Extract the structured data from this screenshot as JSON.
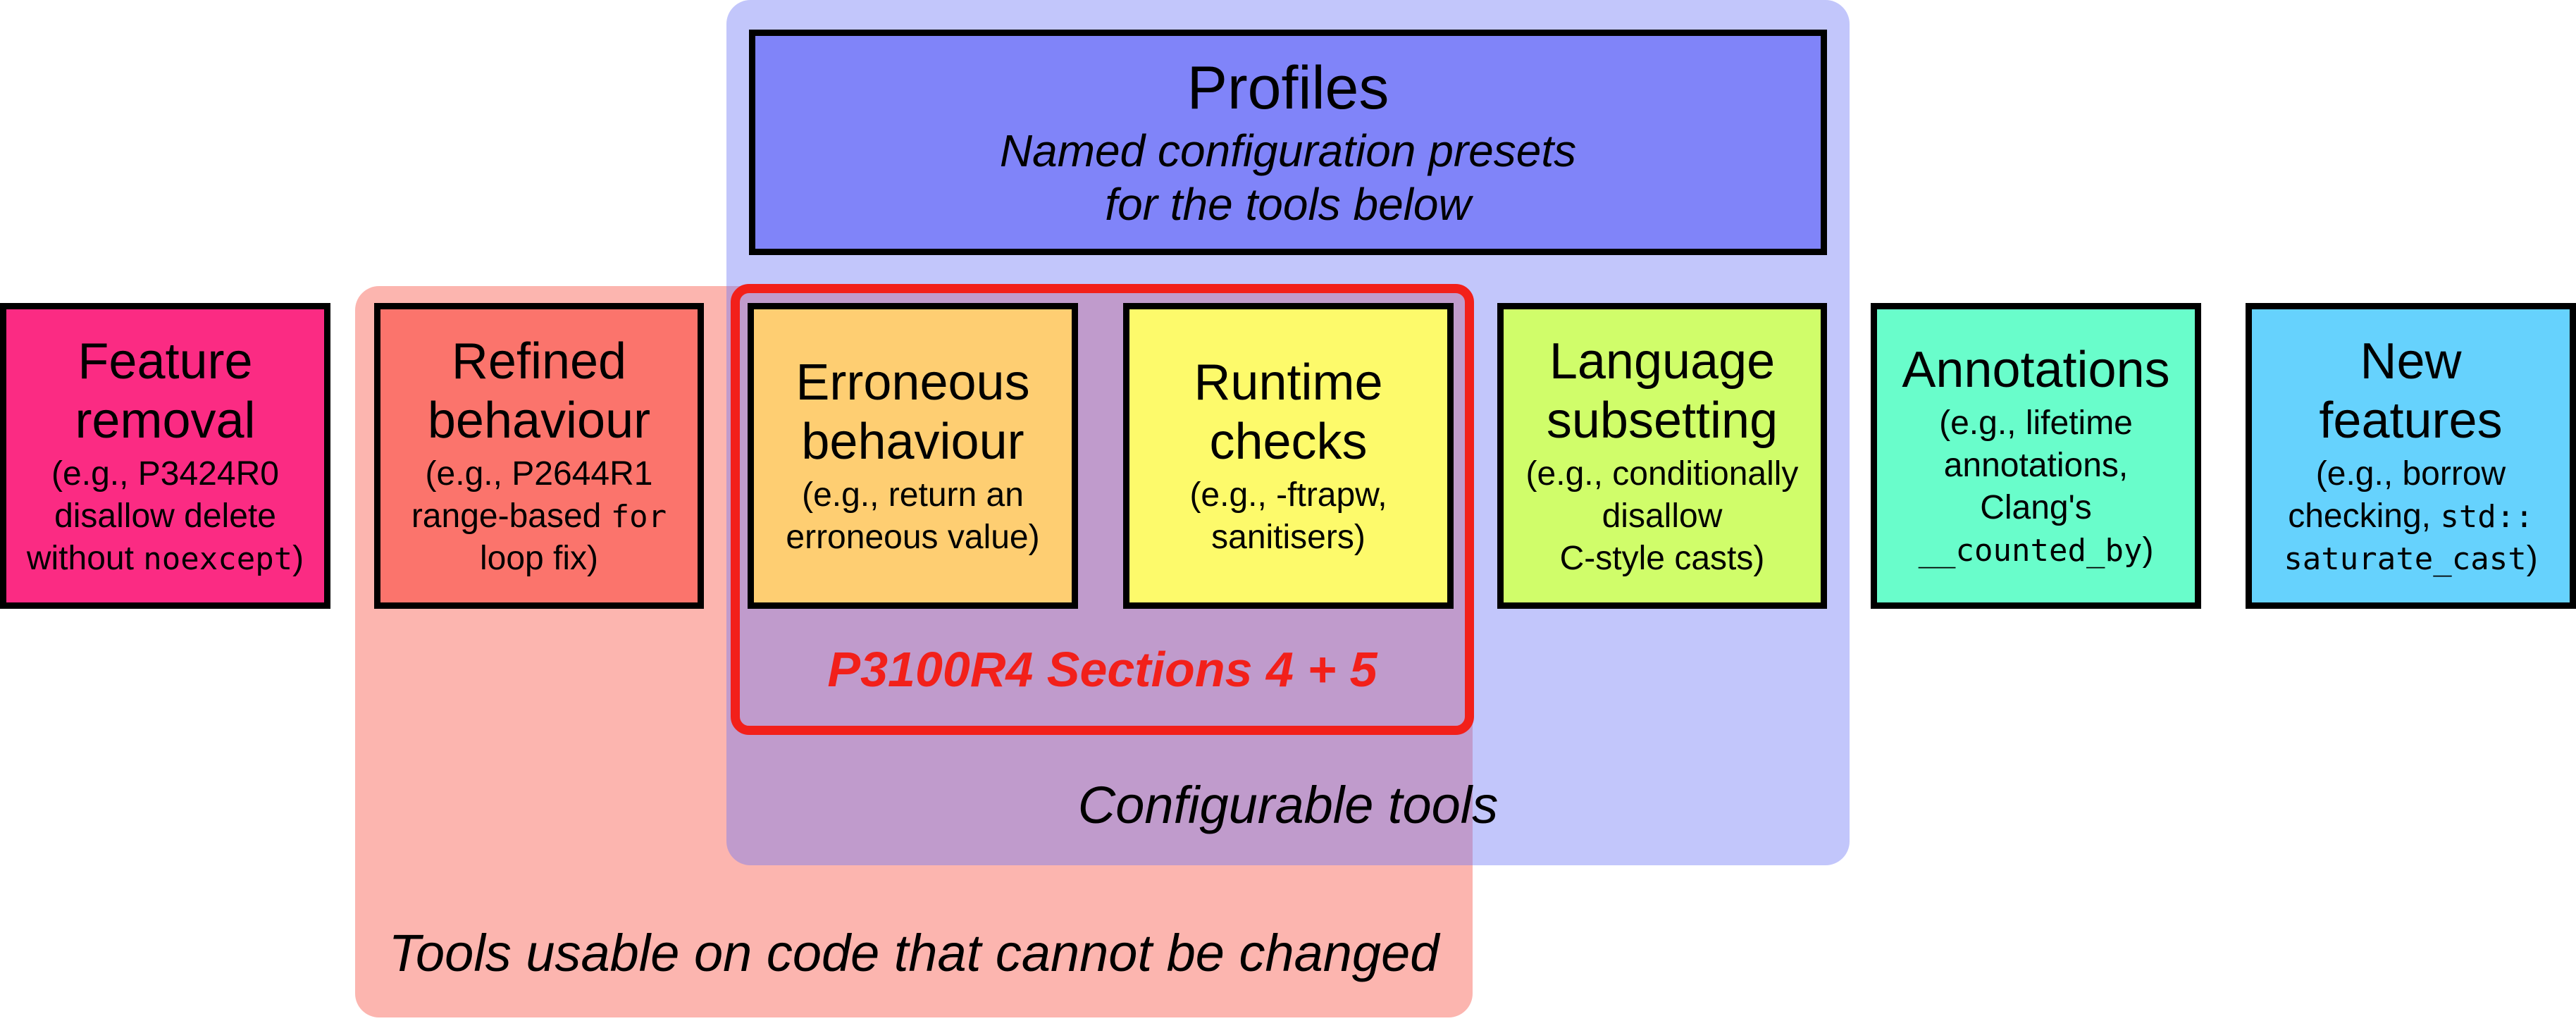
{
  "regions": {
    "unchangeable_label": "Tools usable on code that cannot be changed",
    "configurable_label": "Configurable tools",
    "p3100_label": "P3100R4 Sections 4 + 5"
  },
  "profiles": {
    "title": "Profiles",
    "line1": "Named configuration presets",
    "line2": "for the tools below"
  },
  "tools": {
    "feature_removal": {
      "t1": "Feature",
      "t2": "removal",
      "e1": "(e.g., P3424R0",
      "e2": "disallow delete",
      "e3a": "without ",
      "e3code": "noexcept",
      "e3b": ")"
    },
    "refined": {
      "t1": "Refined",
      "t2": "behaviour",
      "e1": "(e.g., P2644R1",
      "e2a": "range-based ",
      "e2code": "for",
      "e3": "loop fix)"
    },
    "erroneous": {
      "t1": "Erroneous",
      "t2": "behaviour",
      "e1": "(e.g., return an",
      "e2": "erroneous value)"
    },
    "runtime": {
      "t1": "Runtime",
      "t2": "checks",
      "e1": "(e.g., -ftrapw,",
      "e2": "sanitisers)"
    },
    "subsetting": {
      "t1": "Language",
      "t2": "subsetting",
      "e1": "(e.g., conditionally",
      "e2": "disallow",
      "e3": "C-style casts)"
    },
    "annotations": {
      "t1": "Annotations",
      "e1": "(e.g., lifetime",
      "e2": "annotations,",
      "e3": "Clang's",
      "e4code": "__counted_by",
      "e4b": ")"
    },
    "new_features": {
      "t1": "New",
      "t2": "features",
      "e1": "(e.g., borrow",
      "e2a": "checking, ",
      "e2code": "std::",
      "e3code": "saturate_cast",
      "e3b": ")"
    }
  },
  "colors": {
    "profiles": "#8084f9",
    "feature_removal": "#fb2b83",
    "refined": "#fb746c",
    "erroneous": "#fece72",
    "runtime": "#fdfa6b",
    "subsetting": "#d0fd6a",
    "annotations": "#69fdcb",
    "new_features": "#66d2fd",
    "highlight_red": "#f2201a"
  }
}
